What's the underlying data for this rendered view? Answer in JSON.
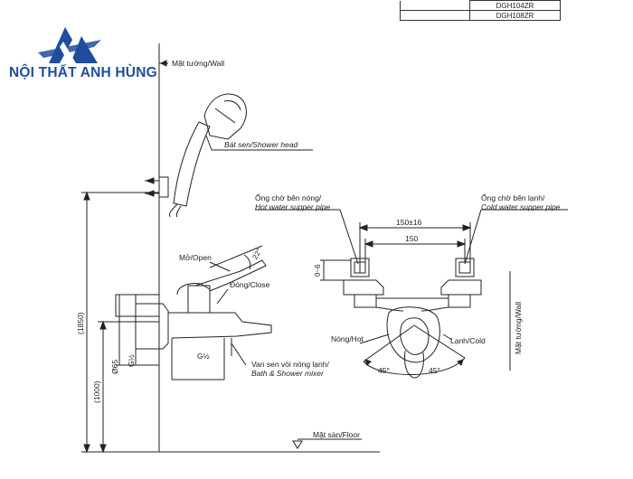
{
  "brand": {
    "name": "NỘI THẤT ANH HÙNG",
    "color": "#1f4e9c"
  },
  "models": [
    "DGH104ZR",
    "DGH108ZR"
  ],
  "labels": {
    "wall": "Mặt tường/Wall",
    "shower_head": "Bát sen/Shower head",
    "open": "Mở/Open",
    "close": "Đóng/Close",
    "angle_22": "22°",
    "mixer_1": "Van sen vòi nóng lạnh/",
    "mixer_2": "Bath & Shower mixer",
    "g_half": "G½",
    "phi65": "Ø65",
    "g_half_v": "G½",
    "h1850": "(1850)",
    "h1000": "(1000)",
    "floor": "Mặt sàn/Floor",
    "hot_pipe_1": "Ống chờ bên nóng/",
    "hot_pipe_2": "Hot water supper pipe",
    "cold_pipe_1": "Ống chờ bên lạnh/",
    "cold_pipe_2": "Cold water supper pipe",
    "dim_150_16": "150±16",
    "dim_150": "150",
    "dim_0_6": "0~6",
    "hot": "Nóng/Hot",
    "cold": "Lạnh/Cold",
    "angle_left": "45°",
    "angle_right": "45°",
    "wall_v": "Mặt tường/Wall"
  }
}
